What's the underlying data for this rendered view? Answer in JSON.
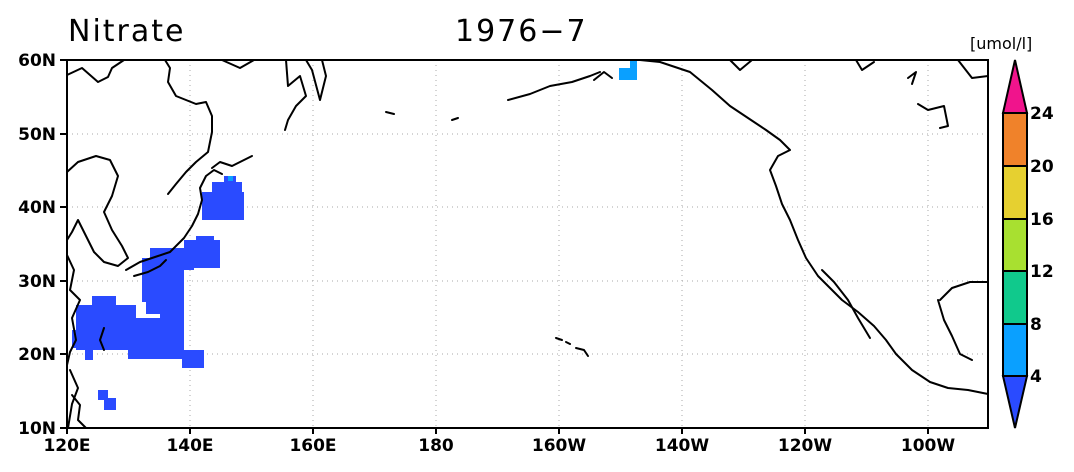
{
  "title": {
    "variable": "Nitrate",
    "date": "1976−7"
  },
  "units": "[umol/l]",
  "map": {
    "projection": "lat-lon",
    "lon_range": [
      "120E",
      "90W"
    ],
    "lat_range": [
      "10N",
      "60N"
    ],
    "grid": "dotted",
    "lat_ticks": [
      "60N",
      "50N",
      "40N",
      "30N",
      "20N",
      "10N"
    ],
    "lon_ticks": [
      "120E",
      "140E",
      "160E",
      "180",
      "160W",
      "140W",
      "120W",
      "100W"
    ],
    "data_color": "#2a4bff",
    "data_regions": [
      "East China Sea / Okinawa trough (approx. 20N–27N, 120E–135E)",
      "South of Japan / Kuroshio (approx. 19N–36N, 130E–143E)",
      "East of northern Honshu (approx. 38N–43N, 140E–150E)",
      "Gulf of Alaska (approx. 57N–60N, 149W–147W)"
    ]
  },
  "colorbar": {
    "labels": [
      "4",
      "8",
      "12",
      "16",
      "20",
      "24"
    ],
    "colors": [
      "#2a4bff",
      "#0aa0ff",
      "#10c98c",
      "#a8e030",
      "#e6d030",
      "#f0822a",
      "#f0148c"
    ]
  }
}
